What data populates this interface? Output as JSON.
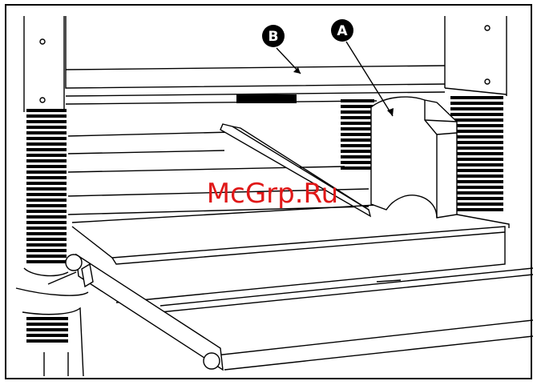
{
  "callouts": {
    "a": {
      "letter": "A"
    },
    "b": {
      "letter": "B"
    }
  },
  "watermark": {
    "text": "McGrp.Ru",
    "color": "#e01818"
  },
  "colors": {
    "line": "#000000",
    "background": "#ffffff"
  }
}
